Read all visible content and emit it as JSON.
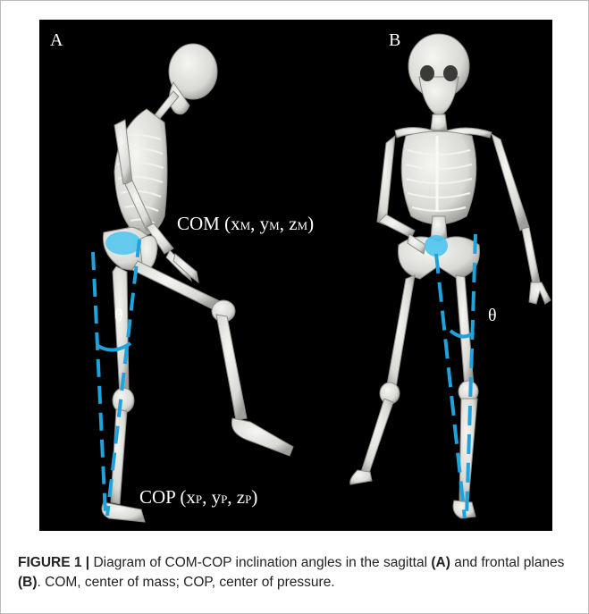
{
  "panel_a_label": "A",
  "panel_b_label": "B",
  "com_label": {
    "prefix": "COM (x",
    "sub1": "M",
    "mid1": ", y",
    "sub2": "M",
    "mid2": ", z",
    "sub3": "M",
    "suffix": ")"
  },
  "cop_label": {
    "prefix": "COP (x",
    "sub1": "P",
    "mid1": ", y",
    "sub2": "P",
    "mid2": ", z",
    "sub3": "P",
    "suffix": ")"
  },
  "theta_symbol": "θ",
  "caption": {
    "title": "FIGURE 1 |",
    "text1": " Diagram of COM-COP inclination angles in the sagittal ",
    "ref_a": "(A)",
    "text2": " and frontal planes ",
    "ref_b": "(B)",
    "text3": ". COM, center of mass; COP, center of pressure."
  },
  "colors": {
    "background": "#000000",
    "bone": "#e9e9e6",
    "bone_shadow": "#a8a8a4",
    "line_accent": "#1ea3dc",
    "com_marker": "#4cc4ee"
  }
}
